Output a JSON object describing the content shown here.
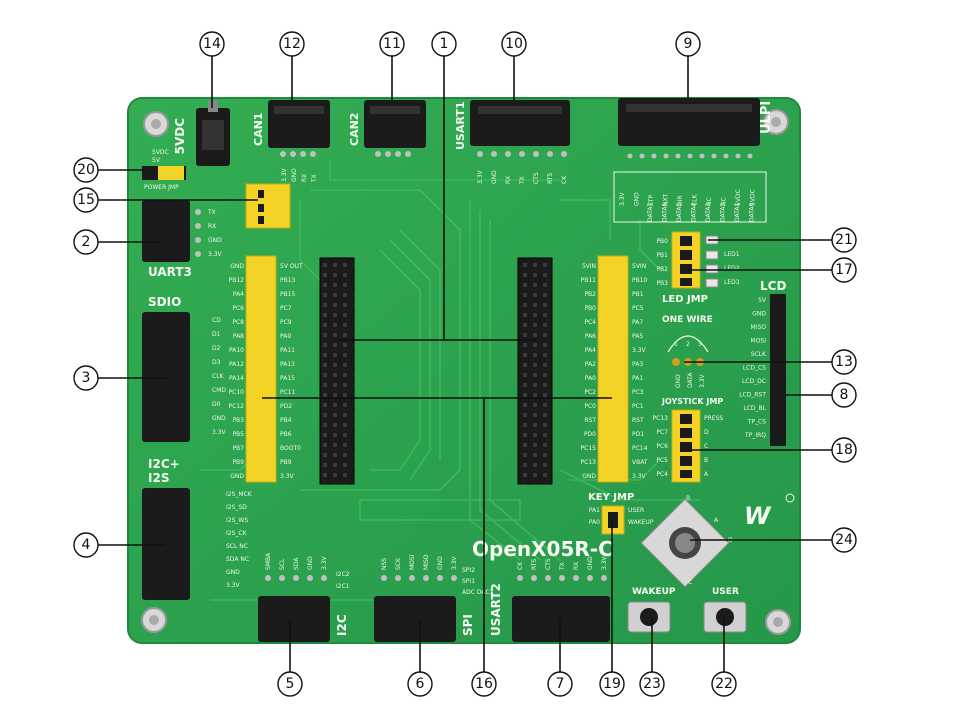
{
  "board": {
    "name": "OpenX05R-C",
    "brand_logo": "waveshare-logo",
    "colors": {
      "pcb": "#2fa84f",
      "pcb_dark": "#1f8a3c",
      "trace": "#3dbb5c",
      "header_yellow": "#f2d326",
      "connector_black": "#1b1b1b",
      "silk": "#f2f7ec"
    }
  },
  "callouts": {
    "c1": "1",
    "c2": "2",
    "c3": "3",
    "c4": "4",
    "c5": "5",
    "c6": "6",
    "c7": "7",
    "c8": "8",
    "c9": "9",
    "c10": "10",
    "c11": "11",
    "c12": "12",
    "c13": "13",
    "c14": "14",
    "c15": "15",
    "c16": "16",
    "c17": "17",
    "c18": "18",
    "c19": "19",
    "c20": "20",
    "c21": "21",
    "c22": "22",
    "c23": "23",
    "c24": "24"
  },
  "silkscreen": {
    "dc5v": "5VDC",
    "can1": "CAN1",
    "can2": "CAN2",
    "usart1": "USART1",
    "ulpi": "ULPI",
    "uart3": "UART3",
    "sdio": "SDIO",
    "i2c_i2s": "I2C+",
    "i2s": "I2S",
    "i2c": "I2C",
    "spi": "SPI",
    "usart2": "USART2",
    "lcd": "LCD",
    "led_jmp": "LED JMP",
    "one_wire": "ONE WIRE",
    "joystick_jmp": "JOYSTICK JMP",
    "key_jmp": "KEY JMP",
    "wakeup": "WAKEUP",
    "user": "USER",
    "power_jmp": "POWER JMP",
    "led1": "LED1",
    "led2": "LED2",
    "led3": "LED3"
  },
  "pins": {
    "can_pins": [
      "3.3V",
      "GND",
      "RX",
      "TX"
    ],
    "usart1_pins": [
      "3.3V",
      "GND",
      "RX",
      "TX",
      "CTS",
      "RTS",
      "CK"
    ],
    "ulpi_top": [
      "3.3V",
      "GND",
      "STP",
      "NXT",
      "DIR",
      "CLK",
      "NC",
      "NC",
      "5VDC",
      "5VDC"
    ],
    "ulpi_bottom": [
      "DATA7",
      "DATA6",
      "DATA5",
      "DATA4",
      "DATA3",
      "DATA2",
      "DATA1",
      "DATA0"
    ],
    "uart3_pins": [
      "TX",
      "RX",
      "GND",
      "3.3V"
    ],
    "sdio_pins": [
      "CD",
      "D1",
      "D2",
      "D3",
      "CLK",
      "CMD",
      "D0",
      "GND",
      "3.3V"
    ],
    "i2c_i2s_pins": [
      "I2S_MCK",
      "I2S_SD",
      "I2S_WS",
      "I2S_CK",
      "SCL NC",
      "SDA NC",
      "GND",
      "3.3V"
    ],
    "i2c_pins": [
      "SMBA",
      "SCL",
      "SDA",
      "GND",
      "3.3V"
    ],
    "spi_pins": [
      "NSS",
      "SCK",
      "MOSI",
      "MISO",
      "GND",
      "3.3V"
    ],
    "usart2_pins": [
      "CK",
      "RTS",
      "CTS",
      "TX",
      "RX",
      "GND",
      "3.3V"
    ],
    "lcd_pins": [
      "5V",
      "GND",
      "MISO",
      "MOSI",
      "SCLK",
      "LCD_CS",
      "LCD_DC",
      "LCD_RST",
      "LCD_BL",
      "TP_CS",
      "TP_IRQ"
    ],
    "left_header_a": [
      "GND",
      "PB12",
      "PA4",
      "PC6",
      "PC8",
      "PA8",
      "PA10",
      "PA12",
      "PA14",
      "PC10",
      "PC12",
      "PB3",
      "PB5",
      "PB7",
      "PB9",
      "GND"
    ],
    "left_header_b": [
      "5V OUT",
      "PB13",
      "PB15",
      "PC7",
      "PC9",
      "PA9",
      "PA11",
      "PA13",
      "PA15",
      "PC11",
      "PD2",
      "PB4",
      "PB6",
      "BOOT0",
      "PB9",
      "3.3V"
    ],
    "right_header_a": [
      "5VIN",
      "PB11",
      "PB2",
      "PB0",
      "PC4",
      "PA6",
      "PA4",
      "PA2",
      "PA0",
      "PC2",
      "PC0",
      "RST",
      "PD0",
      "PC15",
      "PC13",
      "GND"
    ],
    "right_header_b": [
      "5VIN",
      "PB10",
      "PB1",
      "PC5",
      "PA7",
      "PA5",
      "3.3V",
      "PA3",
      "PA1",
      "PC3",
      "PC1",
      "RST",
      "PD1",
      "PC14",
      "VBAT",
      "3.3V"
    ],
    "led_jmp_pins": [
      "PB0",
      "PB1",
      "PB2",
      "PB3"
    ],
    "one_wire_pins": [
      "1",
      "2",
      "3"
    ],
    "one_wire_labels": [
      "GND",
      "DATA",
      "3.3V"
    ],
    "joystick_left": [
      "PC13",
      "PC7",
      "PC6",
      "PC5",
      "PC4"
    ],
    "joystick_right": [
      "PRESS",
      "D",
      "C",
      "B",
      "A"
    ],
    "key_jmp_left": [
      "PA1",
      "PA0"
    ],
    "key_jmp_right": [
      "USER",
      "WAKEUP"
    ],
    "power_jmp_pins": [
      "5V",
      "5VDC"
    ],
    "spi_side": [
      "SPI2",
      "SPI1",
      "ADC DAC1"
    ],
    "i2c_side": [
      "I2C2",
      "I2C1"
    ],
    "joystick_dirs": [
      "B",
      "A",
      "C",
      "D"
    ]
  }
}
